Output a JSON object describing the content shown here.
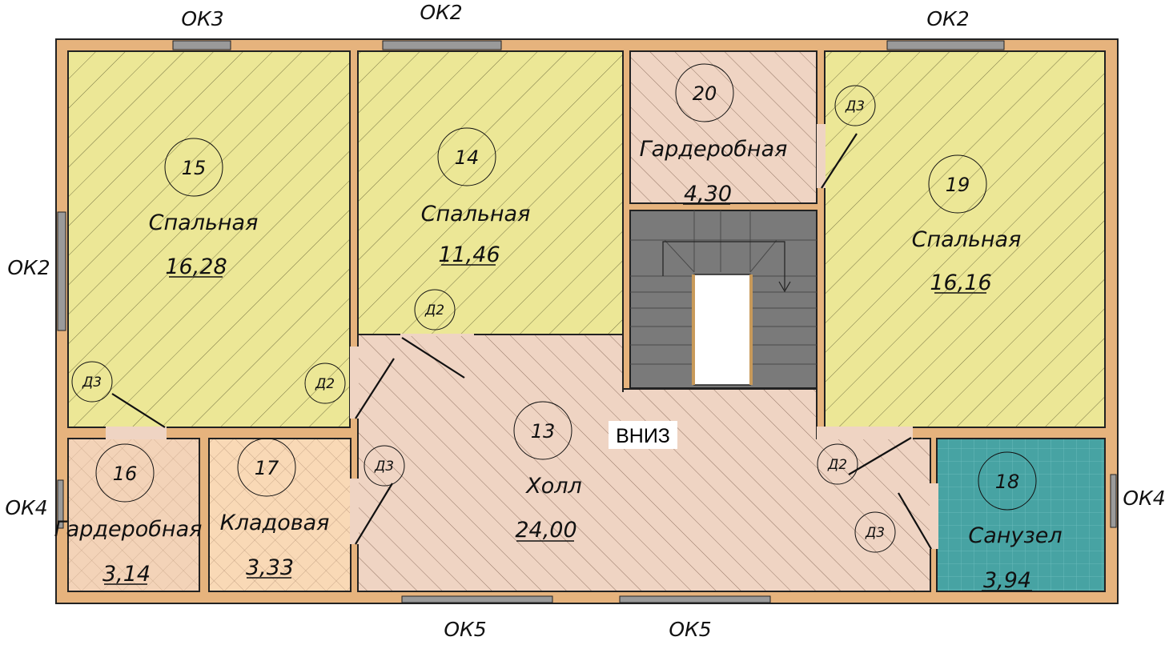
{
  "colors": {
    "wall": "#e6b37d",
    "wall_outline": "#222222",
    "bedroom": "#ece796",
    "wardrobe_pink": "#efd4c3",
    "hall": "#efd4c3",
    "storage": "#f9d9b6",
    "bathroom": "#47a3a3",
    "stair_gray": "#7a7a7a",
    "window": "#9a9a9a"
  },
  "rooms": [
    {
      "id": "r15",
      "number": "15",
      "name": "Спальная",
      "area": "16,28"
    },
    {
      "id": "r14",
      "number": "14",
      "name": "Спальная",
      "area": "11,46"
    },
    {
      "id": "r20",
      "number": "20",
      "name": "Гардеробная",
      "area": "4,30"
    },
    {
      "id": "r19",
      "number": "19",
      "name": "Спальная",
      "area": "16,16"
    },
    {
      "id": "r16",
      "number": "16",
      "name": "Гардеробная",
      "area": "3,14"
    },
    {
      "id": "r17",
      "number": "17",
      "name": "Кладовая",
      "area": "3,33"
    },
    {
      "id": "r13",
      "number": "13",
      "name": "Холл",
      "area": "24,00"
    },
    {
      "id": "r18",
      "number": "18",
      "name": "Санузел",
      "area": "3,94"
    }
  ],
  "doors": {
    "d2_r14": "Д2",
    "d3_r20": "Д3",
    "d3_r16": "Д3",
    "d2_r15": "Д2",
    "d3_hall": "Д3",
    "d2_r19": "Д2",
    "d3_bath": "Д3"
  },
  "windows": {
    "top_left": "ОК3",
    "top_mid": "ОК2",
    "top_right": "ОК2",
    "left_mid": "ОК2",
    "left_bottom": "ОК4",
    "right_bottom": "ОК4",
    "bottom_1": "ОК5",
    "bottom_2": "ОК5"
  },
  "stairs_label": "ВНИЗ"
}
